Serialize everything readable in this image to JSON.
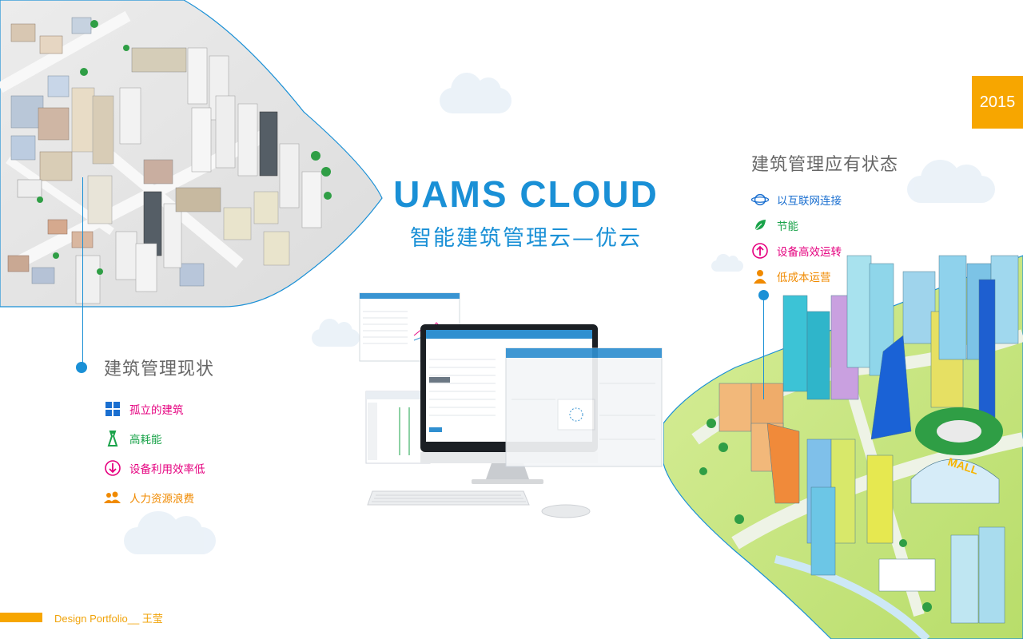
{
  "year": "2015",
  "title": "UAMS  CLOUD",
  "subtitle": "智能建筑管理云—优云",
  "left_section": {
    "heading": "建筑管理现状",
    "items": [
      {
        "label": "孤立的建筑",
        "icon": "windows-grid-icon",
        "color": "#e5007f"
      },
      {
        "label": "高耗能",
        "icon": "energy-tower-icon",
        "color": "#1aa34a"
      },
      {
        "label": "设备利用效率低",
        "icon": "down-arrow-circle-icon",
        "color": "#e5007f"
      },
      {
        "label": "人力资源浪费",
        "icon": "people-icon",
        "color": "#f08a00"
      }
    ]
  },
  "right_section": {
    "heading": "建筑管理应有状态",
    "items": [
      {
        "label": "以互联网连接",
        "icon": "globe-icon",
        "color": "#1a6fd0"
      },
      {
        "label": "节能",
        "icon": "leaf-icon",
        "color": "#1aa34a"
      },
      {
        "label": "设备高效运转",
        "icon": "up-arrow-circle-icon",
        "color": "#e5007f"
      },
      {
        "label": "低成本运营",
        "icon": "person-icon",
        "color": "#f08a00"
      }
    ]
  },
  "footer": {
    "text": "Design Portfolio__ 王莹"
  },
  "colors": {
    "accent_blue": "#1a90d6",
    "accent_orange": "#f7a600",
    "magenta": "#e5007f",
    "green": "#1aa34a"
  }
}
